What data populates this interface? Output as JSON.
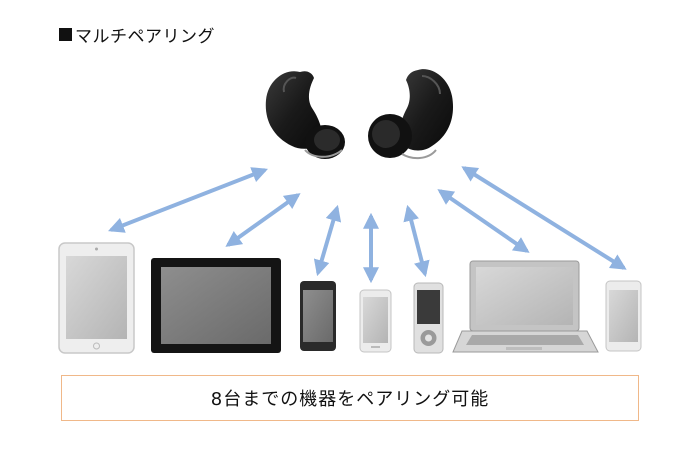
{
  "heading": {
    "text": "マルチペアリング"
  },
  "caption": {
    "text": "8台までの機器をペアリング可能"
  },
  "colors": {
    "arrow": "#8fb2e0",
    "caption_border": "#f0b889",
    "device_dark": "#1b1b1b",
    "device_light": "#e8e8e8"
  },
  "devices": [
    "tablet",
    "tablet-large",
    "smartphone",
    "smartphone",
    "music-player",
    "laptop",
    "smartphone"
  ],
  "icons": [
    "earbud-left-icon",
    "earbud-right-icon"
  ]
}
